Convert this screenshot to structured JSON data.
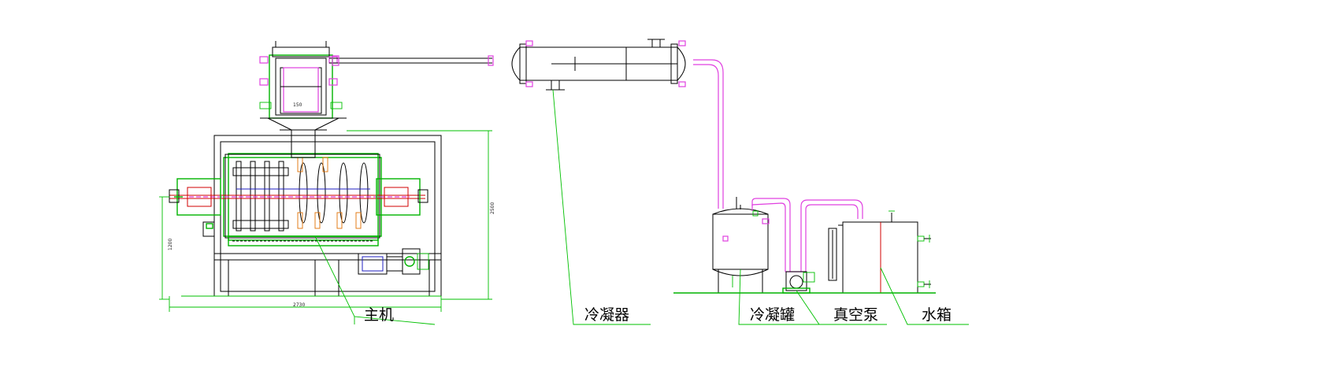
{
  "labels": {
    "main_unit": "主机",
    "condenser": "冷凝器",
    "condensate_tank": "冷凝罐",
    "vacuum_pump": "真空泵",
    "water_tank": "水箱"
  },
  "dimensions": {
    "overall_length": "2730",
    "overall_height": "2500",
    "body_height": "1200",
    "hopper_width": "150"
  },
  "colors": {
    "outline": "#000000",
    "leader_line": "#00b400",
    "vacuum_pipe": "#e040e0",
    "shaft": "#d00000"
  }
}
